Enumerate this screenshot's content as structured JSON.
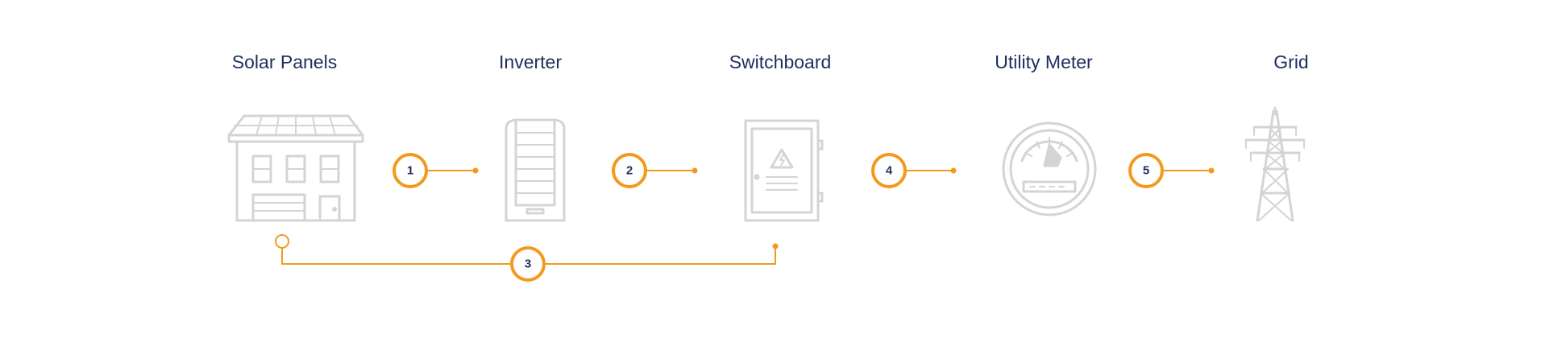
{
  "stages": [
    {
      "key": "solar",
      "label": "Solar Panels"
    },
    {
      "key": "inverter",
      "label": "Inverter"
    },
    {
      "key": "switchboard",
      "label": "Switchboard"
    },
    {
      "key": "meter",
      "label": "Utility Meter"
    },
    {
      "key": "grid",
      "label": "Grid"
    }
  ],
  "steps": [
    "1",
    "2",
    "3",
    "4",
    "5"
  ],
  "colors": {
    "accent": "#f39a1e",
    "label": "#1f2e5c",
    "icon": "#d4d4d4"
  }
}
